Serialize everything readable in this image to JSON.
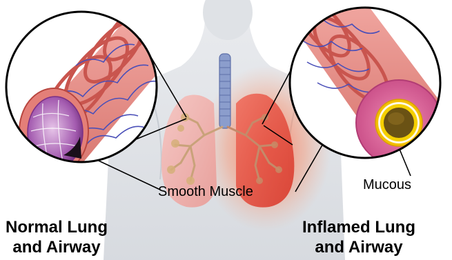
{
  "labels": {
    "smooth_muscle": "Smooth Muscle",
    "mucous": "Mucous"
  },
  "captions": {
    "normal_line1": "Normal Lung",
    "normal_line2": "and Airway",
    "inflamed_line1": "Inflamed Lung",
    "inflamed_line2": "and Airway"
  },
  "colors": {
    "airway_pink": "#e98a86",
    "airway_ring": "#d9665f",
    "vein_blue": "#4a4fb8",
    "inner_lumen_purple": "#a55bb0",
    "mucous_yellow": "#f5c400",
    "mucous_core": "#5a4510",
    "lung_normal": "#f1a9a6",
    "lung_inflamed": "#e84a3c",
    "inflamed_glow": "#ff6b3d",
    "trachea_blue": "#7a8fc6",
    "body_skin": "#d9dde2"
  }
}
